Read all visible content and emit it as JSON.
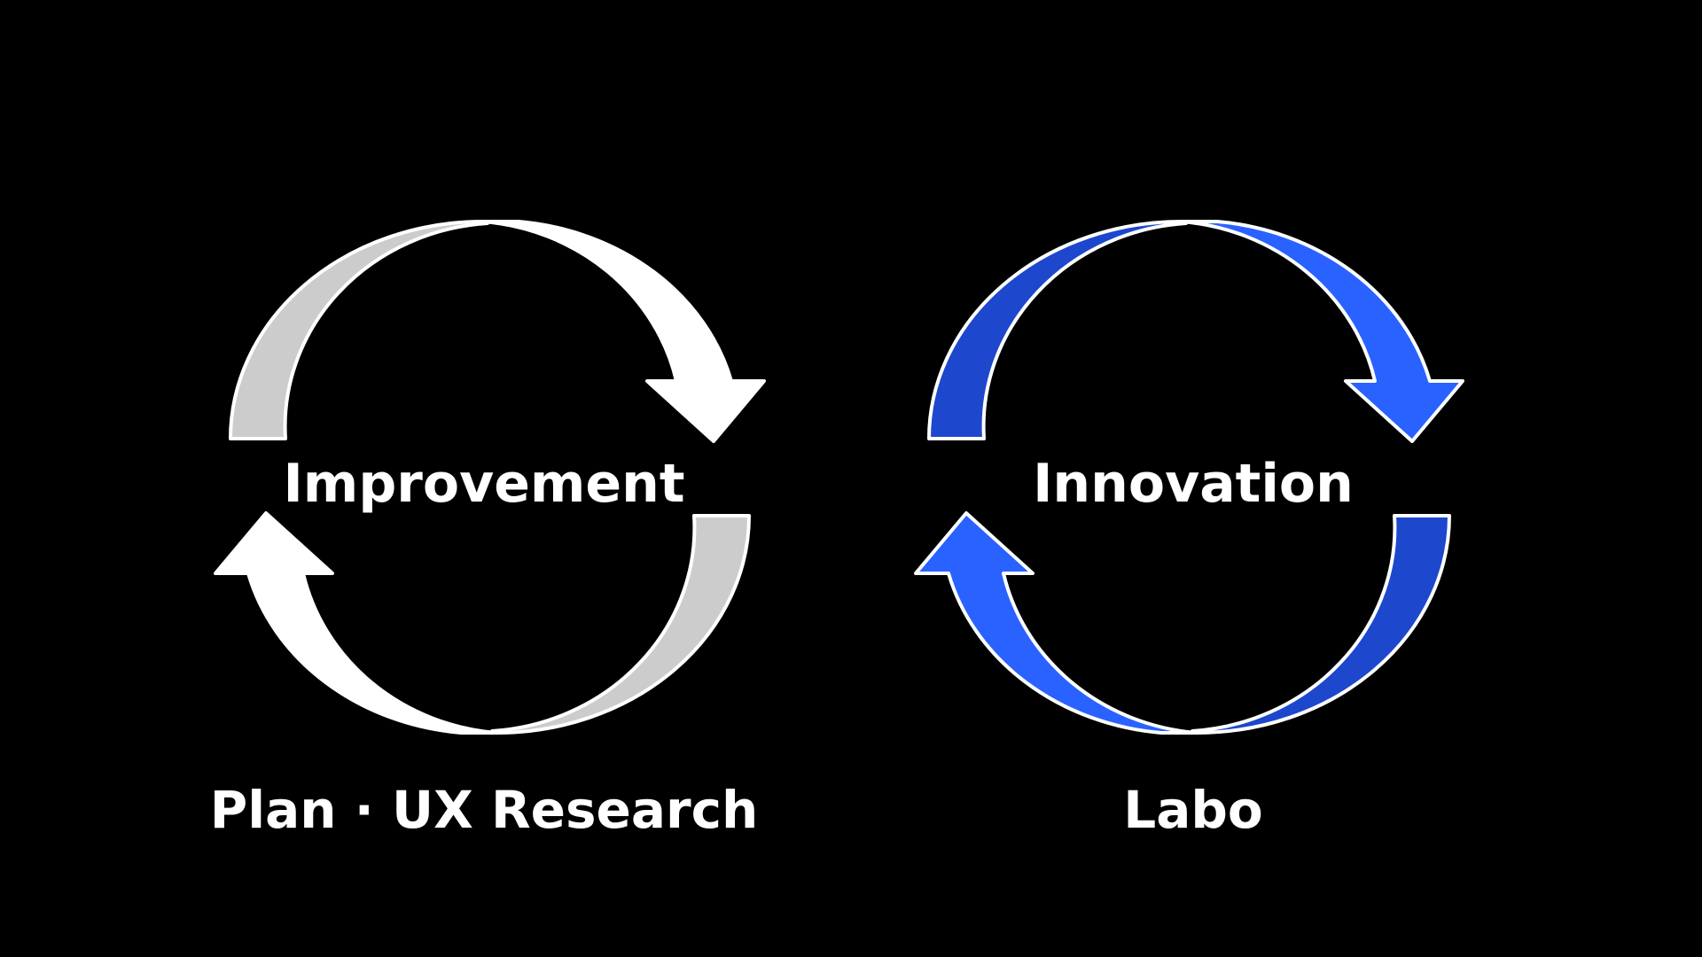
{
  "cycles": [
    {
      "title": "Improvement",
      "caption": "Plan · UX Research",
      "colors": {
        "front": "#ffffff",
        "back": "#cccccc",
        "outline": "#ffffff"
      }
    },
    {
      "title": "Innovation",
      "caption": "Labo",
      "colors": {
        "front": "#2962ff",
        "back": "#1d47cc",
        "outline": "#ffffff"
      }
    }
  ]
}
